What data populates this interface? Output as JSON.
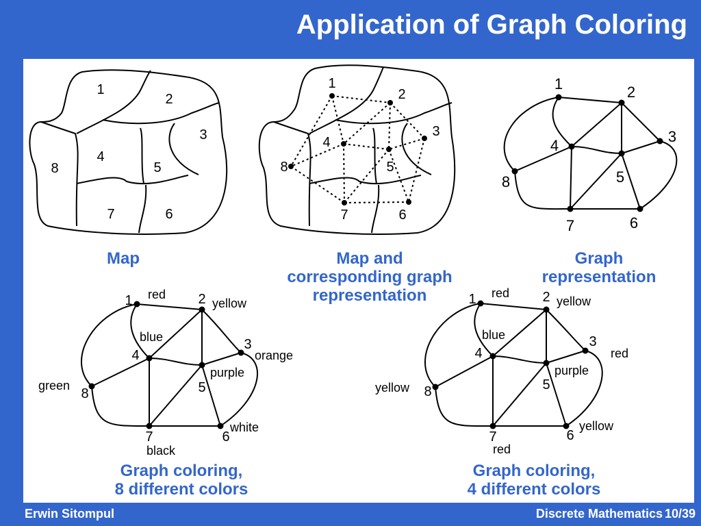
{
  "slide": {
    "title": "Application of Graph Coloring",
    "footer": {
      "author": "Erwin Sitompul",
      "course": "Discrete Mathematics",
      "page": "10/39"
    }
  },
  "captions": {
    "map": "Map",
    "map_graph_line1": "Map and",
    "map_graph_line2": "corresponding graph",
    "map_graph_line3": "representation",
    "graph_line1": "Graph",
    "graph_line2": "representation",
    "eight_line1": "Graph coloring,",
    "eight_line2": "8 different colors",
    "four_line1": "Graph coloring,",
    "four_line2": "4 different colors"
  },
  "map_regions": [
    "1",
    "2",
    "3",
    "4",
    "5",
    "6",
    "7",
    "8"
  ],
  "vertices": [
    "1",
    "2",
    "3",
    "4",
    "5",
    "6",
    "7",
    "8"
  ],
  "edges": [
    [
      "1",
      "2"
    ],
    [
      "1",
      "4"
    ],
    [
      "1",
      "8"
    ],
    [
      "2",
      "4"
    ],
    [
      "2",
      "5"
    ],
    [
      "2",
      "3"
    ],
    [
      "3",
      "5"
    ],
    [
      "3",
      "6"
    ],
    [
      "4",
      "5"
    ],
    [
      "4",
      "7"
    ],
    [
      "4",
      "8"
    ],
    [
      "5",
      "6"
    ],
    [
      "5",
      "7"
    ],
    [
      "6",
      "7"
    ],
    [
      "7",
      "8"
    ]
  ],
  "coloring_8": {
    "1": "red",
    "2": "yellow",
    "3": "orange",
    "4": "blue",
    "5": "purple",
    "6": "white",
    "7": "black",
    "8": "green"
  },
  "coloring_4": {
    "1": "red",
    "2": "yellow",
    "3": "red",
    "4": "blue",
    "5": "purple",
    "6": "yellow",
    "7": "red",
    "8": "yellow"
  },
  "colors": {
    "frame": "#3366cc",
    "caption": "#3366cc",
    "ink": "#000000"
  }
}
